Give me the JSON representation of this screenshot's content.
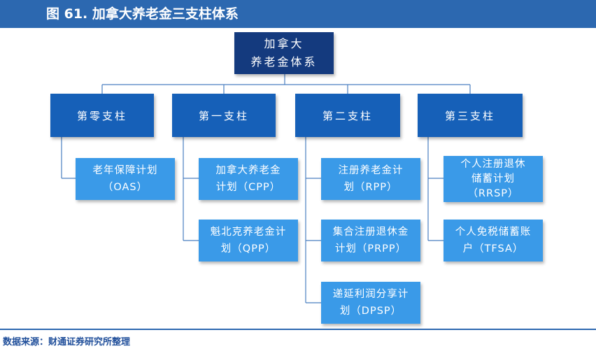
{
  "title": "图 61. 加拿大养老金三支柱体系",
  "root": {
    "line1": "加拿大",
    "line2": "养老金体系"
  },
  "pillars": [
    {
      "label": "第零支柱"
    },
    {
      "label": "第一支柱"
    },
    {
      "label": "第二支柱"
    },
    {
      "label": "第三支柱"
    }
  ],
  "leaves": {
    "oas": {
      "line1": "老年保障计划",
      "line2": "（OAS）"
    },
    "cpp": {
      "line1": "加拿大养老金",
      "line2": "计划（CPP）"
    },
    "qpp": {
      "line1": "魁北克养老金计",
      "line2": "划（QPP）"
    },
    "rpp": {
      "line1": "注册养老金计",
      "line2": "划（RPP）"
    },
    "prpp": {
      "line1": "集合注册退休金",
      "line2": "计划（PRPP）"
    },
    "dpsp": {
      "line1": "递延利润分享计",
      "line2": "划（DPSP）"
    },
    "rrsp": {
      "line1": "个人注册退休",
      "line2": "储蓄计划",
      "line3": "（RRSP）"
    },
    "tfsa": {
      "line1": "个人免税储蓄账",
      "line2": "户（TFSA）"
    }
  },
  "source": "数据来源：财通证券研究所整理",
  "colors": {
    "title_bar": "#2c68b0",
    "root_box": "#143a7e",
    "pillar_box": "#1660b8",
    "leaf_box": "#3a9ae8",
    "connector": "#4a7fc0"
  }
}
